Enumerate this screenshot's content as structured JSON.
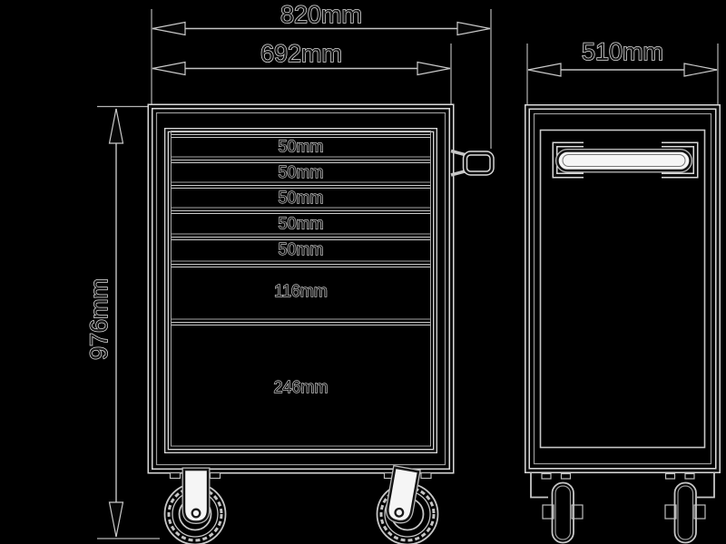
{
  "colors": {
    "background": "#000000",
    "line_halo": "#d9d9d9",
    "ink": "#111111",
    "white_fill": "#f5f5f5"
  },
  "front_view": {
    "overall_width_label": "820mm",
    "body_width_label": "692mm",
    "height_label": "976mm",
    "drawers": [
      {
        "label": "50mm"
      },
      {
        "label": "50mm"
      },
      {
        "label": "50mm"
      },
      {
        "label": "50mm"
      },
      {
        "label": "50mm"
      },
      {
        "label": "116mm"
      },
      {
        "label": "246mm"
      }
    ]
  },
  "side_view": {
    "depth_label": "510mm"
  }
}
